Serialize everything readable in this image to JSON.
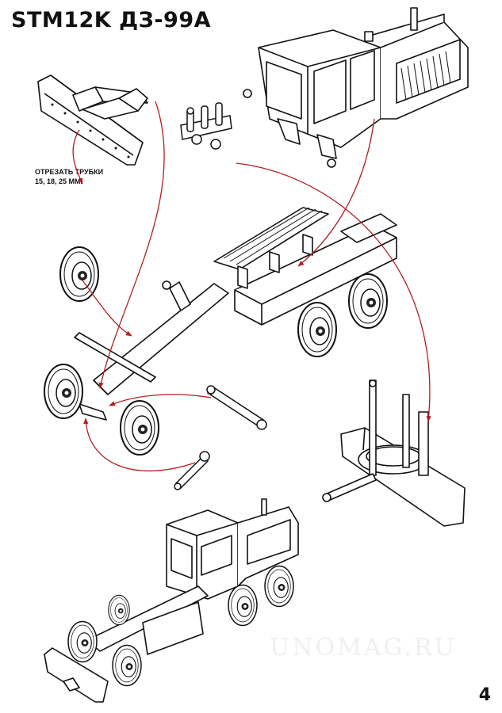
{
  "header": {
    "title": "STM12K ДЗ-99А"
  },
  "assembly_note": {
    "text": "ОТРЕЗАТЬ ТРУБКИ\n15, 18, 25 ММ."
  },
  "footer": {
    "page_number": "4"
  },
  "watermark": {
    "text": "UNOMAG.RU"
  },
  "colors": {
    "line": "#111111",
    "arrow": "#b02020",
    "fill": "#ffffff"
  }
}
